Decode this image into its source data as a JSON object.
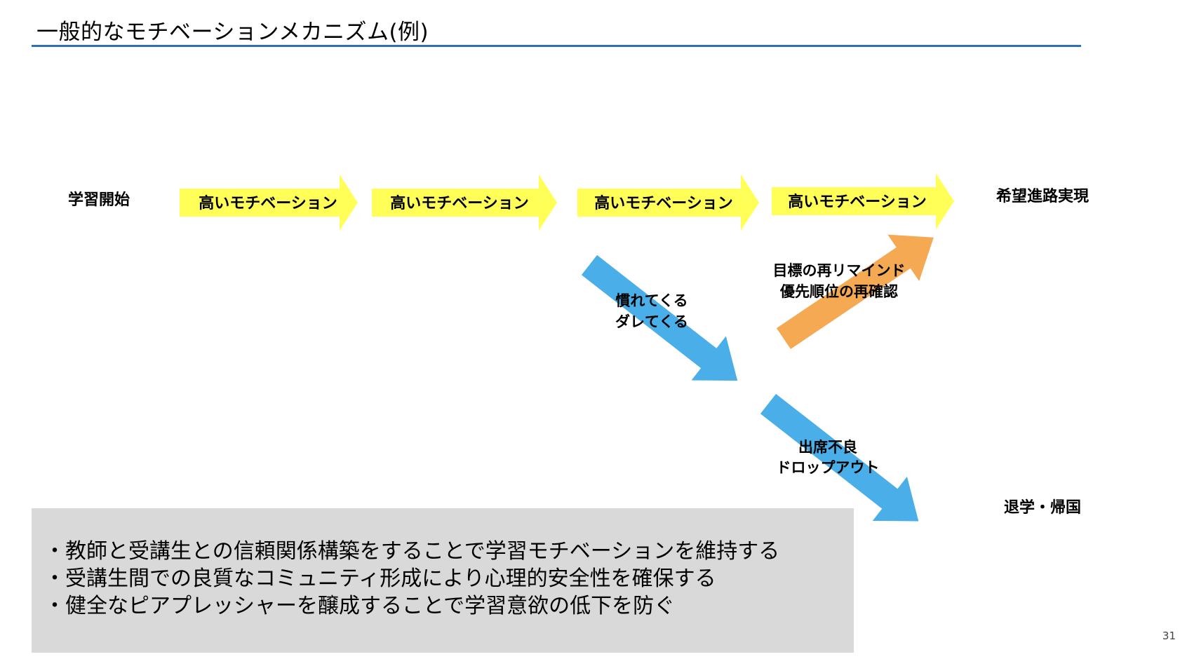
{
  "slide": {
    "title": "一般的なモチベーションメカニズム(例)",
    "page_number": "31"
  },
  "diagram": {
    "start_label": "学習開始",
    "goal_label": "希望進路実現",
    "stages": [
      "高いモチベーション",
      "高いモチベーション",
      "高いモチベーション",
      "高いモチベーション"
    ],
    "decline": {
      "line1": "慣れてくる",
      "line2": "ダレてくる"
    },
    "recovery": {
      "line1": "目標の再リマインド",
      "line2": "優先順位の再確認"
    },
    "dropout": {
      "line1": "出席不良",
      "line2": "ドロップアウト"
    },
    "end_label": "退学・帰国",
    "colors": {
      "stage_arrow": "#ffff57",
      "decline_arrow": "#4aaee8",
      "recovery_arrow": "#f4a952",
      "title_rule": "#2e6fb5",
      "summary_box": "#d9d9d9"
    }
  },
  "summary": {
    "bullets": [
      "・教師と受講生との信頼関係構築をすることで学習モチベーションを維持する",
      "・受講生間での良質なコミュニティ形成により心理的安全性を確保する",
      "・健全なピアプレッシャーを醸成することで学習意欲の低下を防ぐ"
    ]
  }
}
